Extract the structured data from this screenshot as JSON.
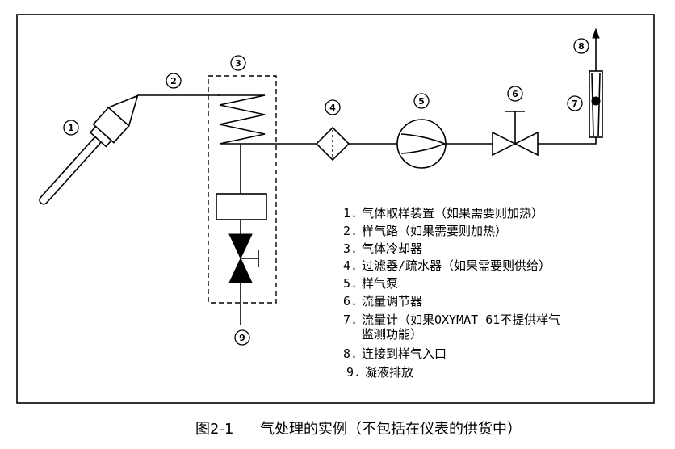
{
  "callouts": {
    "probe": "1",
    "sample_line": "2",
    "cooler": "3",
    "filter": "4",
    "pump": "5",
    "flow_regulator": "6",
    "flowmeter": "7",
    "gas_inlet": "8",
    "drain": "9"
  },
  "legend": [
    {
      "num": "1.",
      "text": "气体取样装置（如果需要则加热）"
    },
    {
      "num": "2.",
      "text": "样气路（如果需要则加热）"
    },
    {
      "num": "3.",
      "text": "气体冷却器"
    },
    {
      "num": "4.",
      "text": "过滤器/疏水器（如果需要则供给）"
    },
    {
      "num": "5.",
      "text": "样气泵"
    },
    {
      "num": "6.",
      "text": "流量调节器"
    },
    {
      "num": "7.",
      "text": "流量计（如果OXYMAT 61不提供样气",
      "text_line2": "监测功能）"
    },
    {
      "num": "8.",
      "text": "连接到样气入口"
    },
    {
      "num": "9.",
      "text": "凝液排放"
    }
  ],
  "caption": {
    "figure_number": "图2-1",
    "title": "气处理的实例（不包括在仪表的供货中）"
  }
}
